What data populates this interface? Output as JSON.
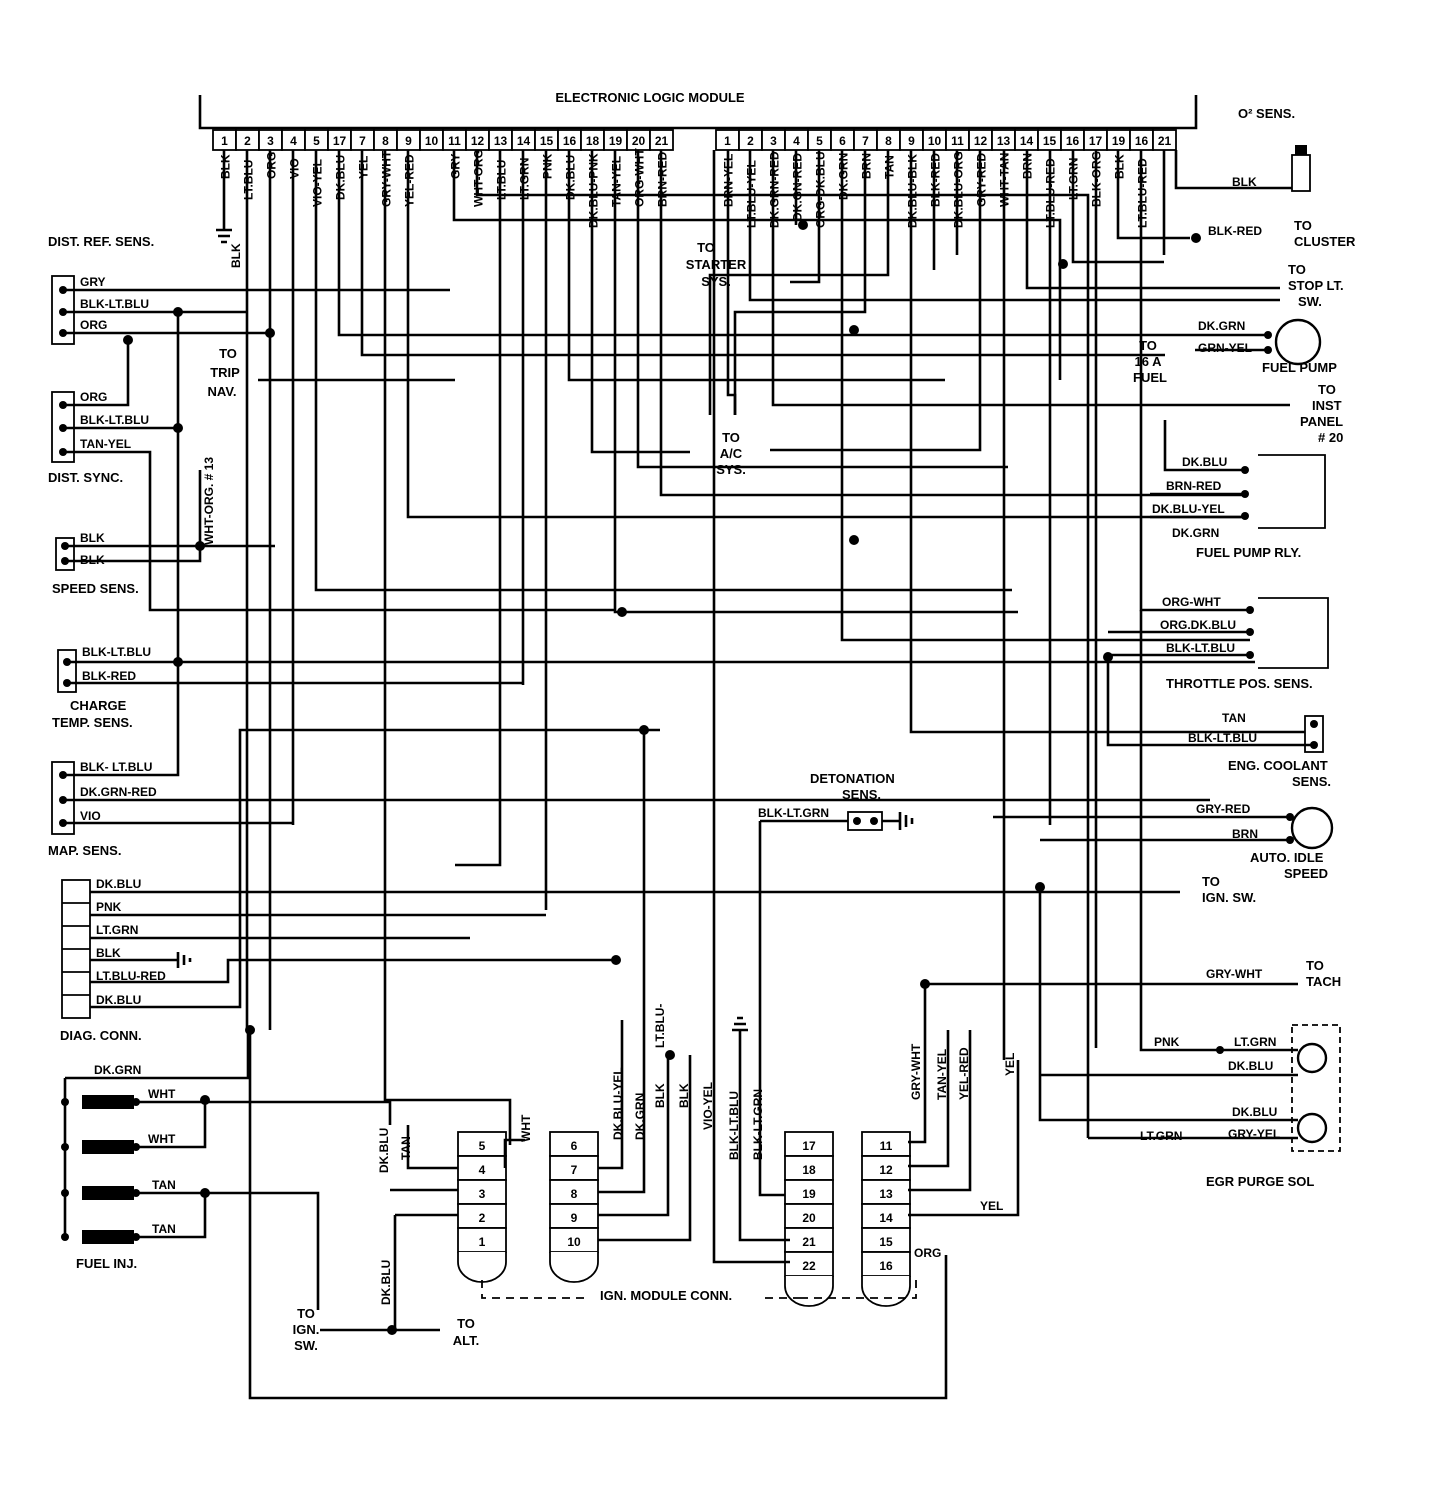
{
  "module": {
    "title": "ELECTRONIC LOGIC MODULE",
    "left_pins": [
      "1",
      "2",
      "3",
      "4",
      "5",
      "17",
      "7",
      "8",
      "9",
      "10",
      "11",
      "12",
      "13",
      "14",
      "15",
      "16",
      "18",
      "19",
      "20",
      "21"
    ],
    "left_wires": [
      "BLK",
      "LT.BLU",
      "ORG",
      "VIO",
      "VIO-YEL",
      "DK.BLU",
      "YEL",
      "GRY-WHT",
      "YEL-RED",
      "",
      "GRY",
      "WHT-ORG",
      "LT.BLU",
      "LT.GRN",
      "PNK",
      "DK.BLU",
      "DK.BLU-PNK",
      "TAN-YEL",
      "ORG-WHT",
      "BRN-RED"
    ],
    "right_pins": [
      "1",
      "2",
      "3",
      "4",
      "5",
      "6",
      "7",
      "8",
      "9",
      "10",
      "11",
      "12",
      "13",
      "14",
      "15",
      "16",
      "17",
      "19",
      "16",
      "21"
    ],
    "right_wires": [
      "BRN-YEL",
      "LT.BLU-YEL",
      "DK.GRN-RED",
      "DK.GN-RED",
      "ORG-DK.BLU",
      "DK.GRN",
      "BRN",
      "TAN",
      "DK.BLU-BLK",
      "BLK-RED",
      "DK.BLU-ORG",
      "GRY-RED",
      "WHT-TAN",
      "BRN",
      "LT.BLU-RED",
      "LT.GRN",
      "BLK-ORG",
      "BLK",
      "LT.BLU-RED",
      ""
    ]
  },
  "ground_label": "BLK",
  "components": {
    "dist_ref_sens": {
      "name": "DIST. REF. SENS.",
      "wires": [
        "GRY",
        "BLK-LT.BLU",
        "ORG"
      ]
    },
    "dist_sync": {
      "name": "DIST. SYNC.",
      "wires": [
        "ORG",
        "BLK-LT.BLU",
        "TAN-YEL"
      ]
    },
    "speed_sens": {
      "name": "SPEED SENS.",
      "wires": [
        "BLK",
        "BLK"
      ]
    },
    "charge_temp": {
      "name_line1": "CHARGE",
      "name_line2": "TEMP. SENS.",
      "wires": [
        "BLK-LT.BLU",
        "BLK-RED"
      ]
    },
    "map_sens": {
      "name": "MAP. SENS.",
      "wires": [
        "BLK- LT.BLU",
        "DK.GRN-RED",
        "VIO"
      ]
    },
    "diag_conn": {
      "name": "DIAG. CONN.",
      "wires": [
        "DK.BLU",
        "PNK",
        "LT.GRN",
        "BLK",
        "LT.BLU-RED",
        "DK.BLU"
      ]
    },
    "fuel_inj": {
      "name": "FUEL INJ.",
      "top_wire": "DK.GRN",
      "wires": [
        "WHT",
        "WHT",
        "TAN",
        "TAN"
      ]
    },
    "o2_sens": {
      "name": "O² SENS.",
      "wire": "BLK"
    },
    "fuel_pump": {
      "name": "FUEL PUMP",
      "wires": [
        "DK.GRN",
        "GRN-YEL"
      ]
    },
    "fuel_pump_rly": {
      "name": "FUEL PUMP RLY.",
      "wires": [
        "DK.BLU",
        "BRN-RED",
        "DK.BLU-YEL",
        "DK.GRN"
      ]
    },
    "throttle_pos": {
      "name": "THROTTLE POS. SENS.",
      "wires": [
        "ORG-WHT",
        "ORG.DK.BLU",
        "BLK-LT.BLU"
      ]
    },
    "coolant": {
      "name_line1": "ENG. COOLANT",
      "name_line2": "SENS.",
      "wires": [
        "TAN",
        "BLK-LT.BLU"
      ]
    },
    "detonation": {
      "name_line1": "DETONATION",
      "name_line2": "SENS.",
      "wire": "BLK-LT.GRN"
    },
    "auto_idle": {
      "name_line1": "AUTO. IDLE",
      "name_line2": "SPEED",
      "wires": [
        "GRY-RED",
        "BRN"
      ]
    },
    "egr": {
      "name": "EGR PURGE SOL",
      "wires": [
        "PNK",
        "LT.GRN",
        "DK.BLU",
        "DK.BLU",
        "LT.GRN",
        "GRY-YEL"
      ]
    }
  },
  "refs": {
    "trip_nav": [
      "TO",
      "TRIP",
      "NAV."
    ],
    "starter": [
      "TO",
      "STARTER",
      "SYS."
    ],
    "ac": [
      "TO",
      "A/C",
      "SYS."
    ],
    "cluster": [
      "TO",
      "CLUSTER"
    ],
    "stop_lt": [
      "TO",
      "STOP LT.",
      "SW."
    ],
    "fuel_16a": [
      "TO",
      "16 A",
      "FUEL"
    ],
    "inst_panel": [
      "TO",
      "INST",
      "PANEL",
      "# 20"
    ],
    "ign_sw_right": [
      "TO",
      "IGN. SW."
    ],
    "tach": [
      "TO",
      "TACH"
    ],
    "ign_sw_bottom": [
      "TO",
      "IGN.",
      "SW."
    ],
    "alt": [
      "TO",
      "ALT."
    ]
  },
  "wire_labels": {
    "cluster": "BLK-RED",
    "tach": "GRY-WHT",
    "trip_nav_wire": "WHT-ORG. # 13"
  },
  "ign_module": {
    "title": "IGN. MODULE CONN.",
    "block_a": [
      "5",
      "4",
      "3",
      "2",
      "1"
    ],
    "block_b": [
      "6",
      "7",
      "8",
      "9",
      "10"
    ],
    "block_c": [
      "17",
      "18",
      "19",
      "20",
      "21",
      "22"
    ],
    "block_d": [
      "11",
      "12",
      "13",
      "14",
      "15",
      "16"
    ],
    "wires_a": [
      "DK.BLU",
      "TAN",
      "WHT"
    ],
    "wires_b": [
      "DK.BLU-YEL",
      "DK.GRN",
      "BLK",
      "LT.BLU-",
      "BLK",
      "VIO-YEL"
    ],
    "wires_c": [
      "BLK-LT.BLU",
      "BLK-LT.GRN"
    ],
    "wires_d": [
      "GRY-WHT",
      "TAN-YEL",
      "YEL-RED",
      "YEL",
      "YEL",
      "ORG"
    ],
    "alt_wire": "DK.BLU"
  }
}
